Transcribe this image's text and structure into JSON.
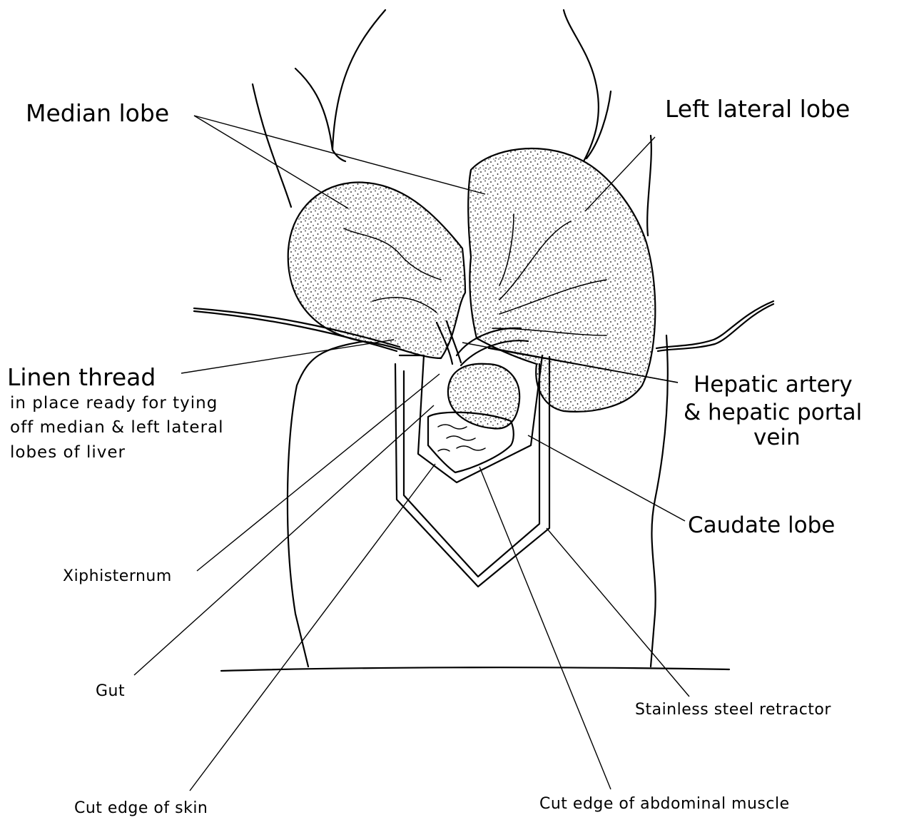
{
  "labels": {
    "median_lobe": "Median lobe",
    "left_lateral_lobe": "Left lateral lobe",
    "linen_thread": "Linen thread",
    "linen_thread_note": [
      "in place ready for tying",
      "off median & left lateral",
      "lobes of liver"
    ],
    "hepatic": [
      "Hepatic artery",
      "& hepatic portal",
      "vein"
    ],
    "caudate_lobe": "Caudate lobe",
    "xiphisternum": "Xiphisternum",
    "gut": "Gut",
    "stainless_steel_retractor": "Stainless steel retractor",
    "cut_edge_skin": "Cut edge of skin",
    "cut_edge_muscle": "Cut edge of abdominal muscle"
  }
}
